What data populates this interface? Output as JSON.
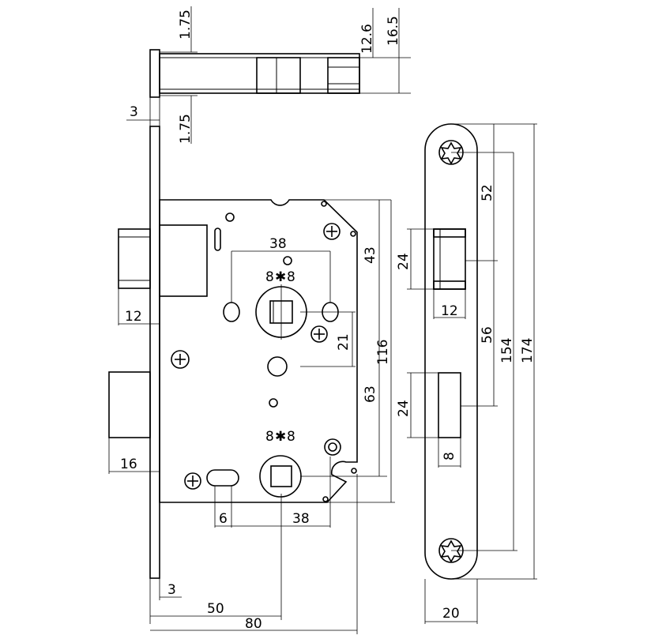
{
  "diagram": {
    "top_view": {
      "label_flange_top": "1.75",
      "label_flange_bottom": "1.75",
      "label_faceplate": "3",
      "label_body_inner": "12.6",
      "label_body_outer": "16.5"
    },
    "front_view": {
      "label_spindle_spacing": "38",
      "label_spindle_square": "8",
      "label_spindle_square_2": "8",
      "label_spindle_offset": "21",
      "label_top_offset": "43",
      "label_centre_distance": "63",
      "label_case_height": "116",
      "label_latch_depth": "12",
      "label_bolt_depth": "16",
      "label_slot": "6",
      "label_lower_spacing": "38",
      "label_cylinder_square": "8",
      "label_cylinder_square_2": "8",
      "label_front_thickness": "3",
      "label_backset": "50",
      "label_case_depth": "80"
    },
    "strike_plate": {
      "label_opening_upper": "24",
      "label_opening_upper_depth": "12",
      "label_opening_lower": "24",
      "label_opening_lower_depth": "8",
      "label_screw_to_top": "52",
      "label_opening_spacing": "56",
      "label_screw_spacing": "154",
      "label_plate_length": "174",
      "label_plate_width": "20"
    }
  }
}
